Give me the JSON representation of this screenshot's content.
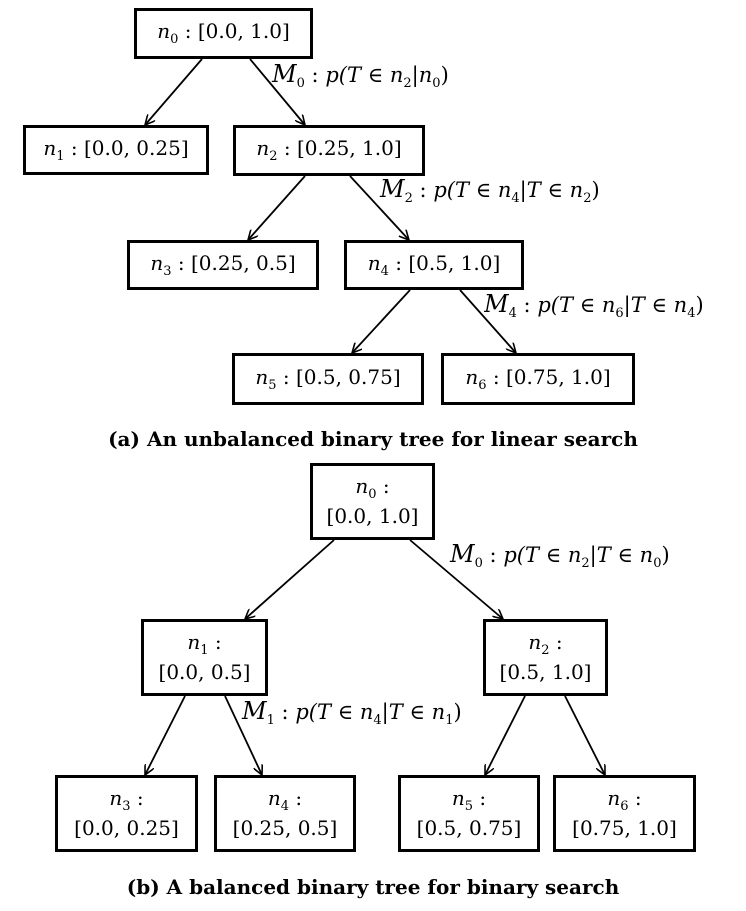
{
  "figure_a": {
    "caption": "(a) An unbalanced binary tree for linear search",
    "nodes": [
      {
        "id": "n0",
        "sub": "0",
        "range": "[0.0, 1.0]"
      },
      {
        "id": "n1",
        "sub": "1",
        "range": "[0.0, 0.25]"
      },
      {
        "id": "n2",
        "sub": "2",
        "range": "[0.25, 1.0]"
      },
      {
        "id": "n3",
        "sub": "3",
        "range": "[0.25, 0.5]"
      },
      {
        "id": "n4",
        "sub": "4",
        "range": "[0.5, 1.0]"
      },
      {
        "id": "n5",
        "sub": "5",
        "range": "[0.5, 0.75]"
      },
      {
        "id": "n6",
        "sub": "6",
        "range": "[0.75, 1.0]"
      }
    ],
    "models": [
      {
        "name": "M",
        "sub": "0",
        "expr_pre": "p(T ∈ n",
        "expr_sub": "2",
        "expr_post": "|n",
        "cond_sub": "0",
        "tail": ")"
      },
      {
        "name": "M",
        "sub": "2",
        "expr_pre": "p(T ∈ n",
        "expr_sub": "4",
        "expr_post": "|T ∈ n",
        "cond_sub": "2",
        "tail": ")"
      },
      {
        "name": "M",
        "sub": "4",
        "expr_pre": "p(T ∈ n",
        "expr_sub": "6",
        "expr_post": "|T ∈ n",
        "cond_sub": "4",
        "tail": ")"
      }
    ]
  },
  "figure_b": {
    "caption": "(b) A balanced binary tree for binary search",
    "nodes": [
      {
        "id": "n0",
        "sub": "0",
        "range": "[0.0, 1.0]"
      },
      {
        "id": "n1",
        "sub": "1",
        "range": "[0.0, 0.5]"
      },
      {
        "id": "n2",
        "sub": "2",
        "range": "[0.5, 1.0]"
      },
      {
        "id": "n3",
        "sub": "3",
        "range": "[0.0, 0.25]"
      },
      {
        "id": "n4",
        "sub": "4",
        "range": "[0.25, 0.5]"
      },
      {
        "id": "n5",
        "sub": "5",
        "range": "[0.5, 0.75]"
      },
      {
        "id": "n6",
        "sub": "6",
        "range": "[0.75, 1.0]"
      }
    ],
    "models": [
      {
        "name": "M",
        "sub": "0",
        "expr_pre": "p(T ∈ n",
        "expr_sub": "2",
        "expr_post": "|T ∈ n",
        "cond_sub": "0",
        "tail": ")"
      },
      {
        "name": "M",
        "sub": "1",
        "expr_pre": "p(T ∈ n",
        "expr_sub": "4",
        "expr_post": "|T ∈ n",
        "cond_sub": "1",
        "tail": ")"
      }
    ]
  },
  "colon": ":"
}
